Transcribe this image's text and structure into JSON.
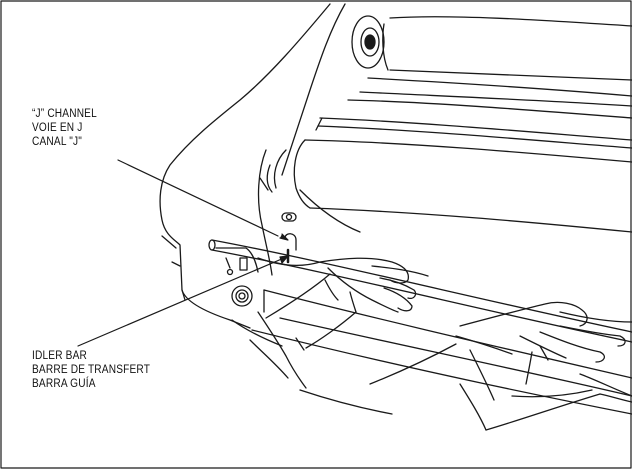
{
  "callouts": {
    "j_channel": {
      "en": "“J” CHANNEL",
      "fr": "VOIE EN J",
      "es": "CANAL \"J\""
    },
    "idler_bar": {
      "en": "IDLER BAR",
      "fr": "BARRE DE TRANSFERT",
      "es": "BARRA GUÍA"
    }
  },
  "colors": {
    "line": "#1a1a1a",
    "background": "#ffffff"
  }
}
